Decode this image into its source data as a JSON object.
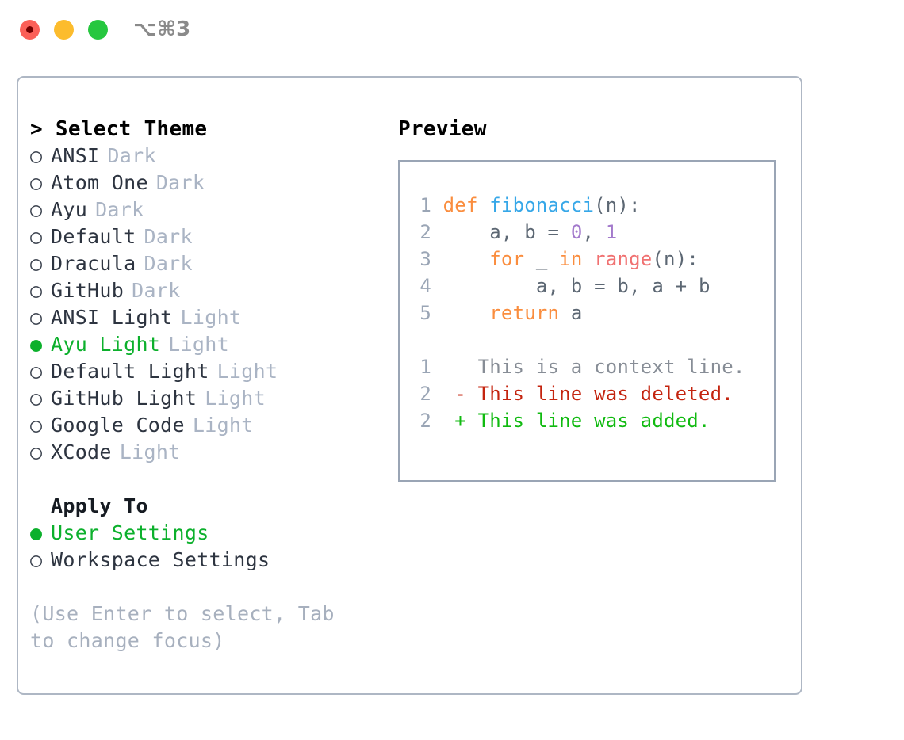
{
  "titlebar": {
    "shortcut": "⌥⌘3",
    "buttons": [
      "close",
      "minimize",
      "maximize"
    ]
  },
  "colors": {
    "accent_green": "#0cb02c",
    "muted": "#aab4c4",
    "panel_border": "#aeb7c4",
    "preview_border": "#9aa5b5",
    "text": "#2d3440"
  },
  "left": {
    "header": "> Select Theme",
    "marker_unselected": "○",
    "marker_selected": "●",
    "themes": [
      {
        "name": "ANSI",
        "tag": "Dark",
        "selected": false
      },
      {
        "name": "Atom One",
        "tag": "Dark",
        "selected": false
      },
      {
        "name": "Ayu",
        "tag": "Dark",
        "selected": false
      },
      {
        "name": "Default",
        "tag": "Dark",
        "selected": false
      },
      {
        "name": "Dracula",
        "tag": "Dark",
        "selected": false
      },
      {
        "name": "GitHub",
        "tag": "Dark",
        "selected": false
      },
      {
        "name": "ANSI Light",
        "tag": "Light",
        "selected": false
      },
      {
        "name": "Ayu Light",
        "tag": "Light",
        "selected": true
      },
      {
        "name": "Default Light",
        "tag": "Light",
        "selected": false
      },
      {
        "name": "GitHub Light",
        "tag": "Light",
        "selected": false
      },
      {
        "name": "Google Code",
        "tag": "Light",
        "selected": false
      },
      {
        "name": "XCode",
        "tag": "Light",
        "selected": false
      }
    ],
    "apply_to_label": "Apply To",
    "apply_to_options": [
      {
        "name": "User Settings",
        "selected": true
      },
      {
        "name": "Workspace Settings",
        "selected": false
      }
    ],
    "hint": "(Use Enter to select, Tab to change focus)"
  },
  "right": {
    "preview_title": "Preview",
    "code": [
      {
        "no": "1",
        "tokens": [
          {
            "t": "def ",
            "c": "kw"
          },
          {
            "t": "fibonacci",
            "c": "fn"
          },
          {
            "t": "(n):",
            "c": "punct"
          }
        ]
      },
      {
        "no": "2",
        "tokens": [
          {
            "t": "    a, b = ",
            "c": "plain"
          },
          {
            "t": "0",
            "c": "num"
          },
          {
            "t": ", ",
            "c": "plain"
          },
          {
            "t": "1",
            "c": "num"
          }
        ]
      },
      {
        "no": "3",
        "tokens": [
          {
            "t": "    ",
            "c": "plain"
          },
          {
            "t": "for",
            "c": "kw"
          },
          {
            "t": " _ ",
            "c": "plain"
          },
          {
            "t": "in",
            "c": "kw"
          },
          {
            "t": " ",
            "c": "plain"
          },
          {
            "t": "range",
            "c": "builtin"
          },
          {
            "t": "(n):",
            "c": "punct"
          }
        ]
      },
      {
        "no": "4",
        "tokens": [
          {
            "t": "        a, b = b, a + b",
            "c": "plain"
          }
        ]
      },
      {
        "no": "5",
        "tokens": [
          {
            "t": "    ",
            "c": "plain"
          },
          {
            "t": "return",
            "c": "kw"
          },
          {
            "t": " a",
            "c": "plain"
          }
        ]
      }
    ],
    "diff": [
      {
        "no": "1",
        "sign": " ",
        "text": "This is a context line.",
        "kind": "ctx"
      },
      {
        "no": "2",
        "sign": "-",
        "text": "This line was deleted.",
        "kind": "del"
      },
      {
        "no": "2",
        "sign": "+",
        "text": "This line was added.",
        "kind": "add"
      }
    ]
  }
}
